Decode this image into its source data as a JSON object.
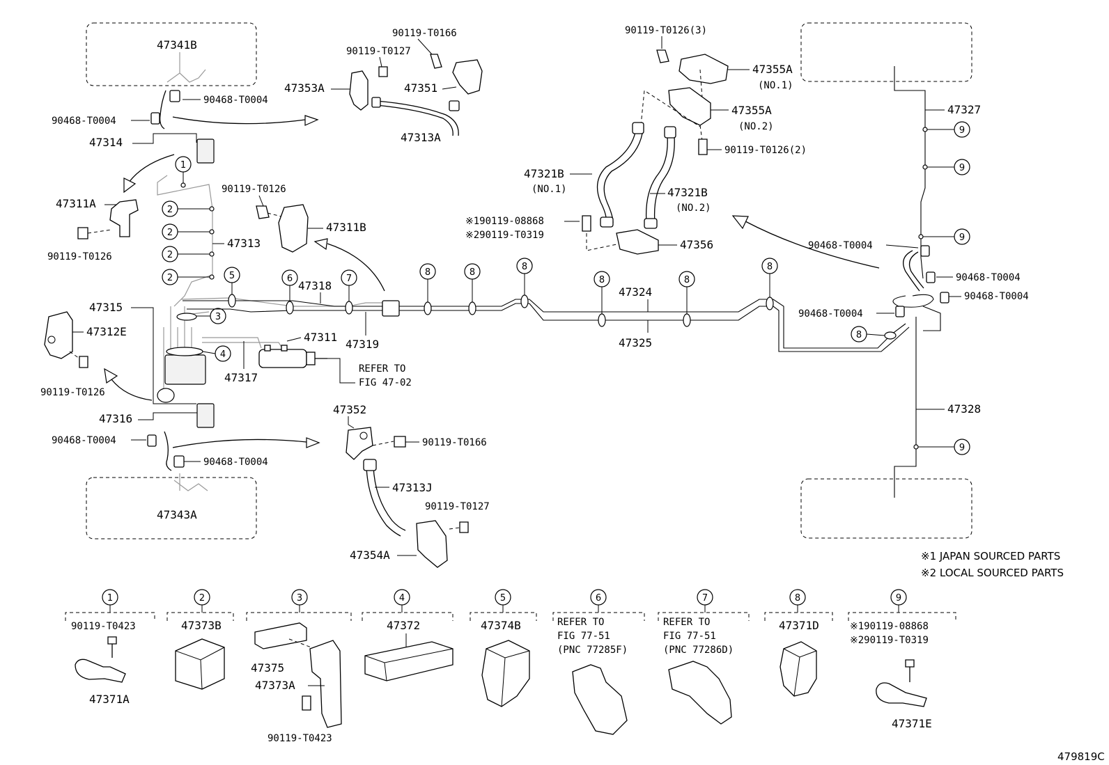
{
  "labels": {
    "p47341B": "47341B",
    "p90468_a": "90468-T0004",
    "p90468_b": "90468-T0004",
    "p47314": "47314",
    "p47311A": "47311A",
    "p90119_T0126_a": "90119-T0126",
    "p47313": "47313",
    "p47315": "47315",
    "p47312E": "47312E",
    "p90119_T0126_b": "90119-T0126",
    "p47316": "47316",
    "p90468_c": "90468-T0004",
    "p90468_d": "90468-T0004",
    "p47343A": "47343A",
    "p90119_T0166_a": "90119-T0166",
    "p90119_T0127_a": "90119-T0127",
    "p47353A": "47353A",
    "p47351": "47351",
    "p47313A": "47313A",
    "p90119_T0126_c": "90119-T0126",
    "p47311B": "47311B",
    "p47318": "47318",
    "p47311": "47311",
    "p47319": "47319",
    "p47317": "47317",
    "refer_to_1": "REFER TO",
    "fig_47_02": "FIG 47-02",
    "p47352": "47352",
    "p90119_T0166_b": "90119-T0166",
    "p47313J": "47313J",
    "p90119_T0127_b": "90119-T0127",
    "p47354A": "47354A",
    "p90119_T0126_3": "90119-T0126(3)",
    "p47355A_1": "47355A",
    "no1_a": "(NO.1)",
    "p47355A_2": "47355A",
    "no2_a": "(NO.2)",
    "p90119_T0126_2": "90119-T0126(2)",
    "p47321B_1": "47321B",
    "no1_b": "(NO.1)",
    "p47321B_2": "47321B",
    "no2_b": "(NO.2)",
    "p90119_08868_a": "※190119-08868",
    "p90119_T0319_a": "※290119-T0319",
    "p47356": "47356",
    "p47324": "47324",
    "p47325": "47325",
    "p47327": "47327",
    "p90468_e": "90468-T0004",
    "p90468_f": "90468-T0004",
    "p90468_g": "90468-T0004",
    "p90468_h": "90468-T0004",
    "p47328": "47328",
    "note1": "※1 JAPAN SOURCED PARTS",
    "note2": "※2 LOCAL SOURCED PARTS",
    "fig_code": "479819C"
  },
  "callouts": {
    "c1": "1",
    "c2": "2",
    "c3": "3",
    "c4": "4",
    "c5": "5",
    "c6": "6",
    "c7": "7",
    "c8": "8",
    "c9": "9"
  },
  "legend": {
    "g1_num": "1",
    "g1_a": "90119-T0423",
    "g1_b": "47371A",
    "g2_num": "2",
    "g2_a": "47373B",
    "g3_num": "3",
    "g3_a": "47375",
    "g3_b": "47373A",
    "g3_c": "90119-T0423",
    "g4_num": "4",
    "g4_a": "47372",
    "g5_num": "5",
    "g5_a": "47374B",
    "g6_num": "6",
    "g6_a": "REFER TO",
    "g6_b": "FIG 77-51",
    "g6_c": "(PNC 77285F)",
    "g7_num": "7",
    "g7_a": "REFER TO",
    "g7_b": "FIG 77-51",
    "g7_c": "(PNC 77286D)",
    "g8_num": "8",
    "g8_a": "47371D",
    "g9_num": "9",
    "g9_a": "※190119-08868",
    "g9_b": "※290119-T0319",
    "g9_c": "47371E"
  }
}
